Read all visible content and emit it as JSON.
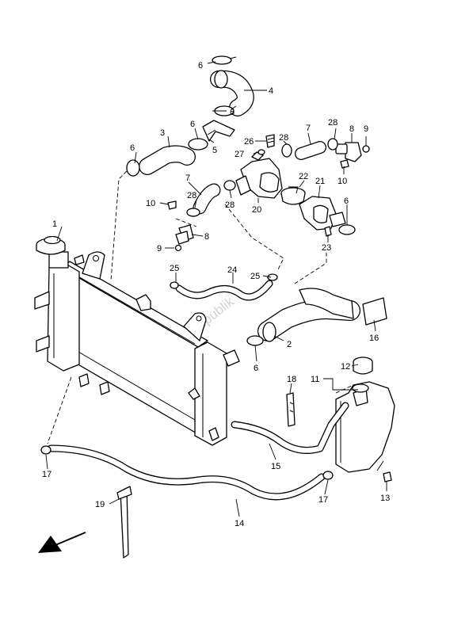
{
  "watermark": "PartsRepublik",
  "callouts": {
    "c1": "1",
    "c2": "2",
    "c3": "3",
    "c4": "4",
    "c5": "5",
    "c6a": "6",
    "c6b": "6",
    "c6c": "6",
    "c6d": "6",
    "c6e": "6",
    "c6f": "6",
    "c7a": "7",
    "c7b": "7",
    "c8a": "8",
    "c8b": "8",
    "c9a": "9",
    "c9b": "9",
    "c10a": "10",
    "c10b": "10",
    "c11": "11",
    "c12": "12",
    "c13": "13",
    "c14": "14",
    "c15": "15",
    "c16": "16",
    "c17a": "17",
    "c17b": "17",
    "c18": "18",
    "c19": "19",
    "c20": "20",
    "c21": "21",
    "c22": "22",
    "c23": "23",
    "c24": "24",
    "c25a": "25",
    "c25b": "25",
    "c26": "26",
    "c27": "27",
    "c28a": "28",
    "c28b": "28",
    "c28c": "28",
    "c28d": "28"
  }
}
